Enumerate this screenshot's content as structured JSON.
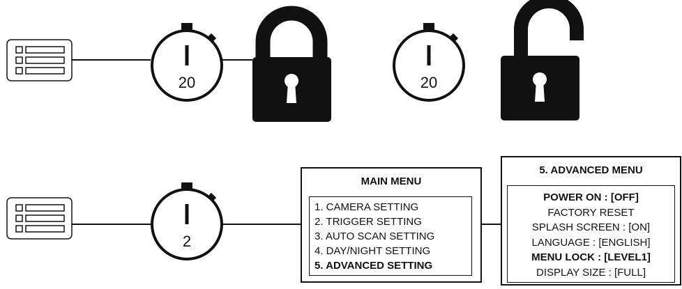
{
  "rows": {
    "top": {
      "timer_value_1": "20",
      "timer_value_2": "20"
    },
    "bottom": {
      "timer_value": "2"
    }
  },
  "main_menu": {
    "title": "MAIN MENU",
    "items": [
      {
        "label": "1. CAMERA SETTING",
        "bold": false
      },
      {
        "label": "2. TRIGGER SETTING",
        "bold": false
      },
      {
        "label": "3. AUTO SCAN SETTING",
        "bold": false
      },
      {
        "label": "4. DAY/NIGHT SETTING",
        "bold": false
      },
      {
        "label": "5. ADVANCED SETTING",
        "bold": true
      }
    ]
  },
  "advanced_menu": {
    "title": "5. ADVANCED MENU",
    "items": [
      {
        "label": "POWER ON : [OFF]",
        "bold": true
      },
      {
        "label": "FACTORY RESET",
        "bold": false
      },
      {
        "label": "SPLASH SCREEN : [ON]",
        "bold": false
      },
      {
        "label": "LANGUAGE : [ENGLISH]",
        "bold": false
      },
      {
        "label": "MENU LOCK : [LEVEL1]",
        "bold": true
      },
      {
        "label": "DISPLAY SIZE : [FULL]",
        "bold": false
      }
    ]
  },
  "icons": {
    "menu_list": "menu-list-icon",
    "stopwatch": "stopwatch-icon",
    "lock_closed": "lock-closed-icon",
    "lock_open": "lock-open-icon"
  }
}
